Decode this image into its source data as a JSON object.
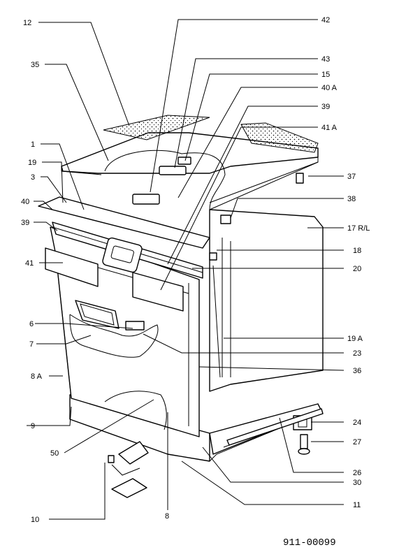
{
  "diagram": {
    "part_labels": {
      "p12": "12",
      "p42": "42",
      "p35": "35",
      "p43": "43",
      "p15": "15",
      "p40a": "40 A",
      "p1": "1",
      "p39top": "39",
      "p41a": "41 A",
      "p19": "19",
      "p3": "3",
      "p37": "37",
      "p40": "40",
      "p38": "38",
      "p39": "39",
      "p17rl": "17 R/L",
      "p18": "18",
      "p41": "41",
      "p20": "20",
      "p6": "6",
      "p19a": "19 A",
      "p7": "7",
      "p23": "23",
      "p8a": "8 A",
      "p36": "36",
      "p9": "9",
      "p24": "24",
      "p50": "50",
      "p27": "27",
      "p26": "26",
      "p30": "30",
      "p11": "11",
      "p10": "10",
      "p8": "8"
    },
    "document_number": "911-00099"
  }
}
